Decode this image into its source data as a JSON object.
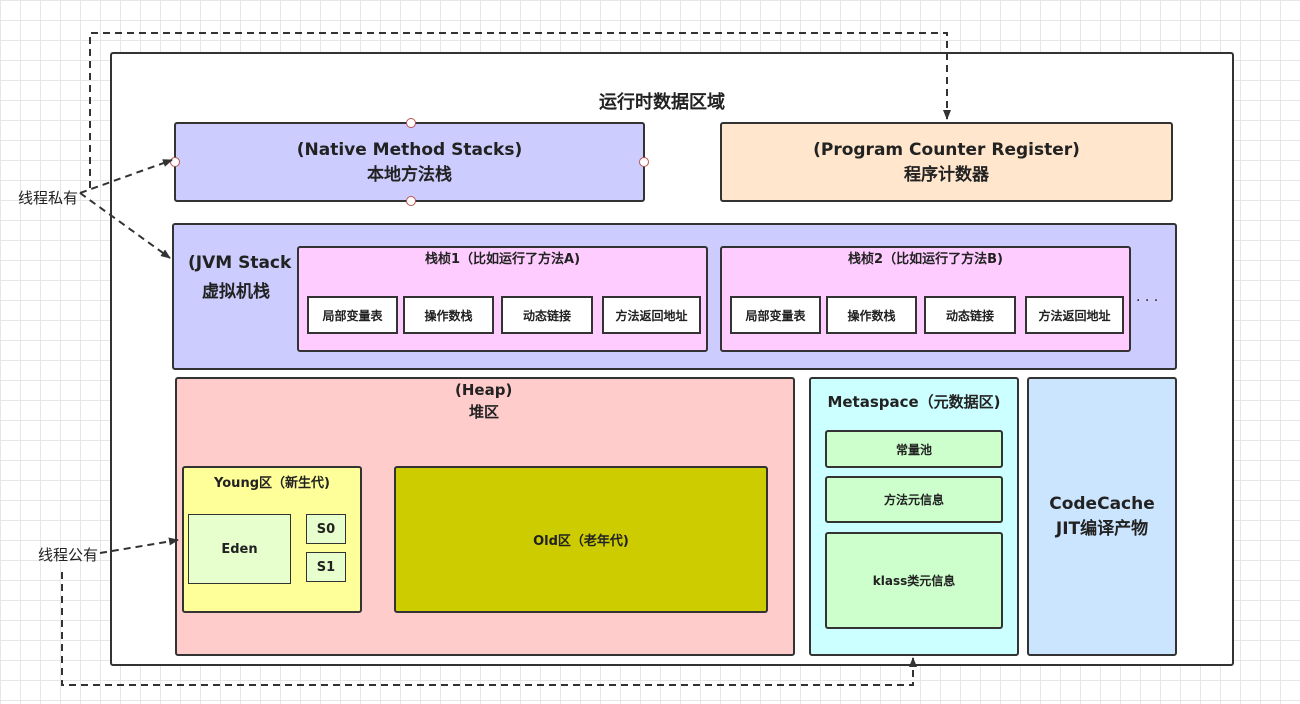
{
  "title": "运行时数据区域",
  "thread_private": "线程私有",
  "thread_shared": "线程公有",
  "native_stack": {
    "en": "(Native Method Stacks)",
    "zh": "本地方法栈"
  },
  "pc_register": {
    "en": "(Program Counter Register)",
    "zh": "程序计数器"
  },
  "jvm_stack": {
    "en": "(JVM Stack",
    "zh": "虚拟机栈",
    "ellipsis": "· · ·",
    "frames": [
      {
        "title": "栈桢1（比如运行了方法A)",
        "cells": [
          "局部变量表",
          "操作数栈",
          "动态链接",
          "方法返回地址"
        ]
      },
      {
        "title": "栈桢2（比如运行了方法B)",
        "cells": [
          "局部变量表",
          "操作数栈",
          "动态链接",
          "方法返回地址"
        ]
      }
    ]
  },
  "heap": {
    "en": "(Heap)",
    "zh": "堆区",
    "young": {
      "title": "Young区（新生代)",
      "eden": "Eden",
      "s0": "S0",
      "s1": "S1"
    },
    "old": "Old区（老年代)"
  },
  "metaspace": {
    "title": "Metaspace（元数据区)",
    "items": [
      "常量池",
      "方法元信息",
      "klass类元信息"
    ]
  },
  "codecache": {
    "line1": "CodeCache",
    "line2": "JIT编译产物"
  },
  "colors": {
    "native": "#ccccff",
    "pc": "#ffe6cc",
    "jvm": "#ccccff",
    "frame": "#ffccff",
    "heap": "#ffcccc",
    "young": "#ffff99",
    "eden": "#e6ffcc",
    "old": "#cccc00",
    "metaspace": "#ccffff",
    "meta_item": "#ccffcc",
    "codecache": "#cce5ff"
  }
}
